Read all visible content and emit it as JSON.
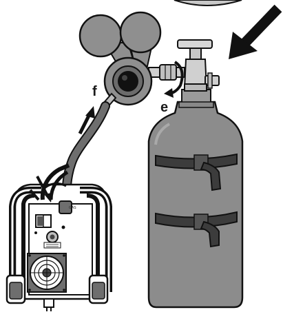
{
  "labels": {
    "f": "f",
    "e": "e"
  },
  "panel_text": {
    "gas": "GAS"
  },
  "colors": {
    "cylinder_gray": "#8c8c8c",
    "gauge_gray": "#8f8f8f",
    "outline": "#111111",
    "hose": "#6e6e6e",
    "strap": "#3c3c3c",
    "valve_light": "#d6d6d6"
  }
}
